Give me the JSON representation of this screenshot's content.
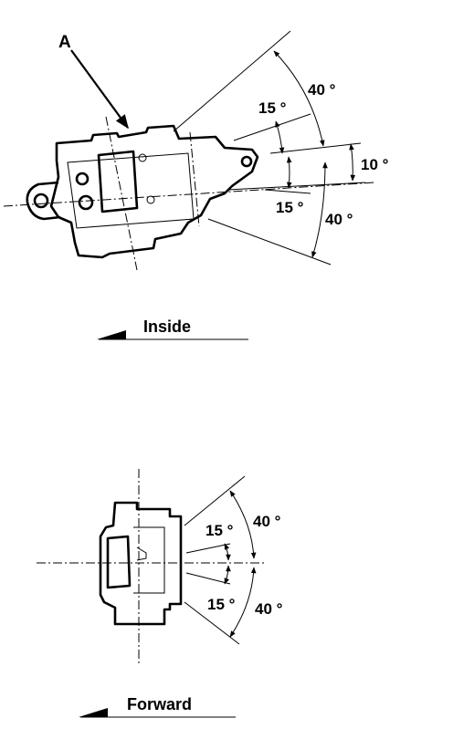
{
  "top_view": {
    "callout_label": "A",
    "angles": {
      "upper_outer": "40 °",
      "upper_inner": "15 °",
      "offset": "10 °",
      "lower_inner": "15 °",
      "lower_outer": "40 °"
    },
    "direction_label": "Inside"
  },
  "side_view": {
    "angles": {
      "upper_outer": "40 °",
      "upper_inner": "15 °",
      "lower_inner": "15 °",
      "lower_outer": "40 °"
    },
    "direction_label": "Forward"
  },
  "colors": {
    "ink": "#000000",
    "paper": "#ffffff"
  }
}
